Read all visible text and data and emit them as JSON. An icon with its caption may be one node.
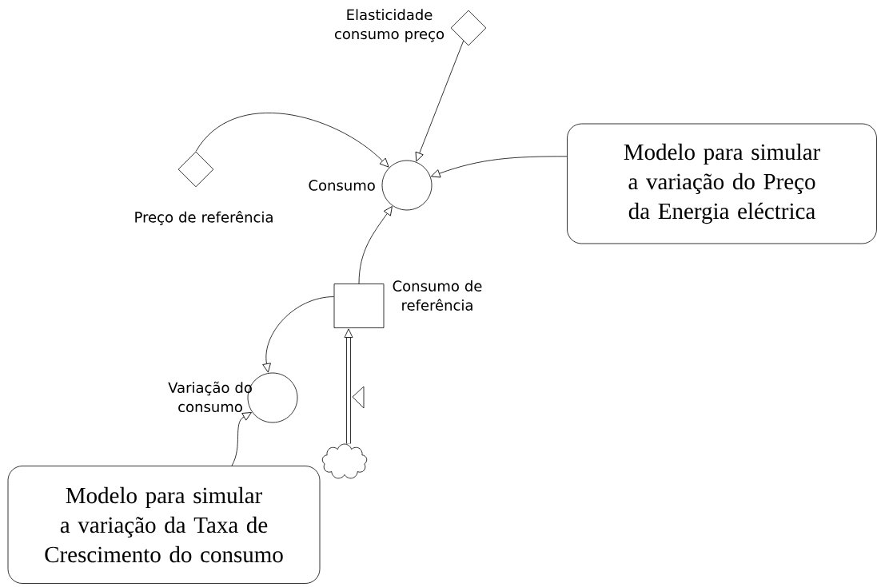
{
  "diagram": {
    "nodes": [
      {
        "text": [
          "Elasticidade consumo preço"
        ]
      },
      {
        "text": [
          "Preço de referência"
        ]
      },
      {
        "text": [
          "Consumo"
        ]
      },
      {
        "text": [
          "Modelo para simular a variação do Preço da Energia eléctrica"
        ]
      },
      {
        "text": [
          "Consumo de referência"
        ]
      },
      {
        "text": [
          "Variação do consumo"
        ]
      },
      {
        "text": [
          "Modelo para simular a variação da Taxa de Crescimento do consumo"
        ]
      },
      {
        "text": [],
        "shape": "cloud"
      }
    ],
    "edges": [
      {
        "from": 0,
        "to": 2,
        "arrow": "to"
      },
      {
        "from": 1,
        "to": 2,
        "arrow": "to"
      },
      {
        "from": 3,
        "to": 2,
        "arrow": "to"
      },
      {
        "from": 4,
        "to": 2,
        "arrow": "to"
      },
      {
        "from": 4,
        "to": 5,
        "arrow": "to"
      },
      {
        "from": 6,
        "to": 5,
        "arrow": "to"
      },
      {
        "from": 7,
        "to": 4,
        "arrow": "to",
        "style": "thick"
      }
    ]
  }
}
